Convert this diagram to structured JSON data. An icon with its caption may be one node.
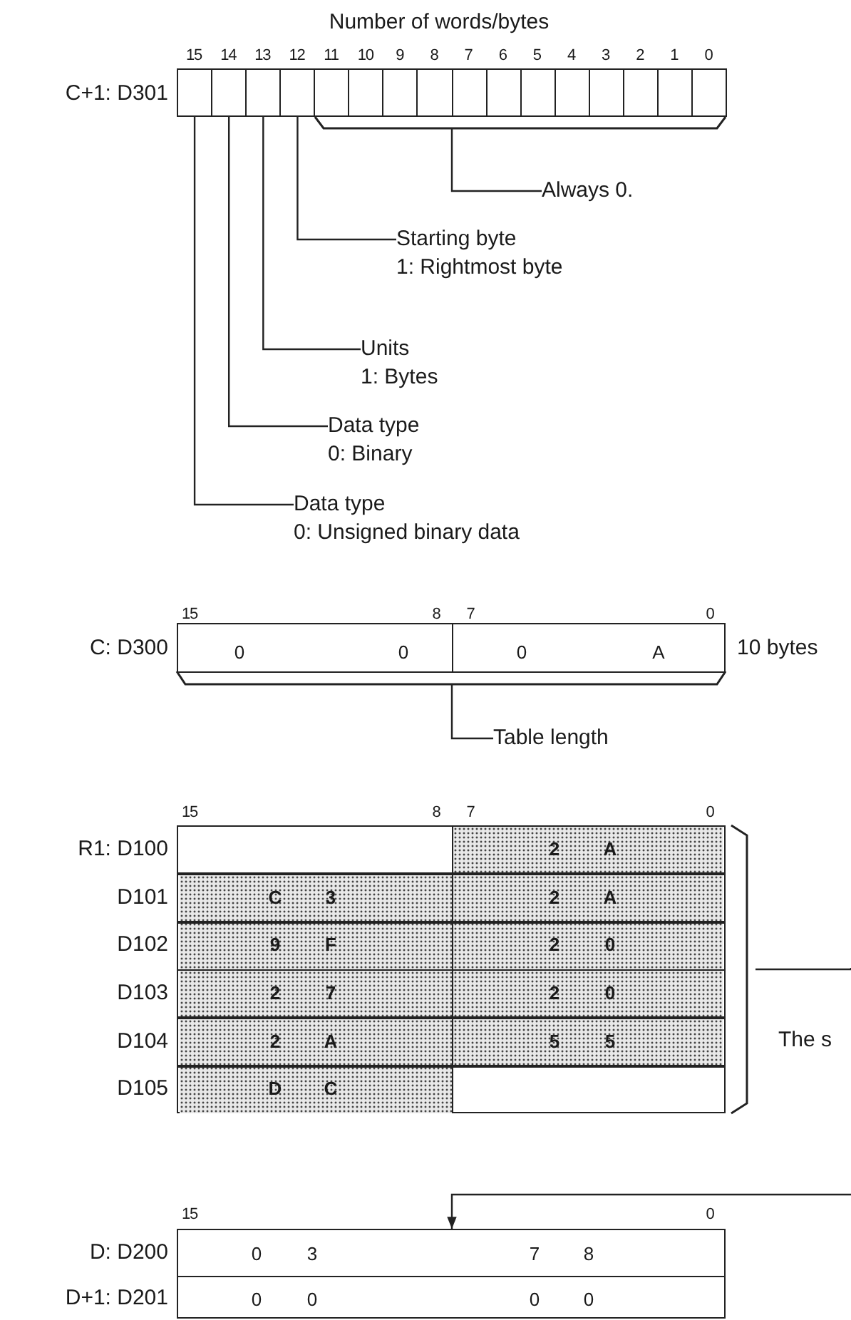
{
  "diagram": {
    "nodes": [
      {
        "text": [],
        "shape": "box"
      },
      {
        "text": [],
        "shape": "box"
      },
      {
        "text": [],
        "shape": "box"
      },
      {
        "text": [],
        "shape": "box"
      },
      {
        "text": [],
        "shape": "bracket"
      },
      {
        "text": [
          "Always 0."
        ]
      },
      {
        "text": [
          "Starting byte",
          "1: Rightmost byte"
        ]
      },
      {
        "text": [
          "Units",
          "1: Bytes"
        ]
      },
      {
        "text": [
          "Data type",
          "0: Binary"
        ]
      },
      {
        "text": [
          "Data type",
          "0: Unsigned binary data"
        ]
      },
      {
        "text": [],
        "shape": "bracket"
      },
      {
        "text": [
          "Table length"
        ]
      },
      {
        "text": [],
        "shape": "bracket"
      },
      {
        "text": [],
        "shape": "box"
      },
      {
        "text": [],
        "shape": "box"
      },
      {
        "text": [],
        "shape": "box"
      }
    ],
    "edges": [
      {
        "from": 5,
        "to": 4,
        "arrow": "none"
      },
      {
        "from": 6,
        "to": 3,
        "arrow": "none"
      },
      {
        "from": 7,
        "to": 2,
        "arrow": "none"
      },
      {
        "from": 8,
        "to": 1,
        "arrow": "none"
      },
      {
        "from": 9,
        "to": 0,
        "arrow": "none"
      },
      {
        "from": 11,
        "to": 10,
        "arrow": "none"
      },
      {
        "from": 12,
        "to": null,
        "arrow": "none"
      },
      {
        "from": null,
        "to": 13,
        "arrow": "to"
      }
    ],
    "labels": [
      "Number of words/bytes",
      "15",
      "14",
      "13",
      "12",
      "11",
      "10",
      "9",
      "8",
      "7",
      "6",
      "5",
      "4",
      "3",
      "2",
      "1",
      "0",
      "C+1: D301",
      "15",
      "8",
      "7",
      "0",
      "C: D300",
      "0",
      "0",
      "0",
      "A",
      "10 bytes",
      "15",
      "8",
      "7",
      "0",
      "R1: D100",
      "2",
      "A",
      "D101",
      "C",
      "3",
      "2",
      "A",
      "D102",
      "9",
      "F",
      "2",
      "0",
      "D103",
      "2",
      "7",
      "2",
      "0",
      "D104",
      "2",
      "A",
      "5",
      "5",
      "D105",
      "D",
      "C",
      "The s",
      "15",
      "0",
      "D: D200",
      "0",
      "3",
      "7",
      "8",
      "D+1: D201",
      "0",
      "0",
      "0",
      "0"
    ]
  }
}
